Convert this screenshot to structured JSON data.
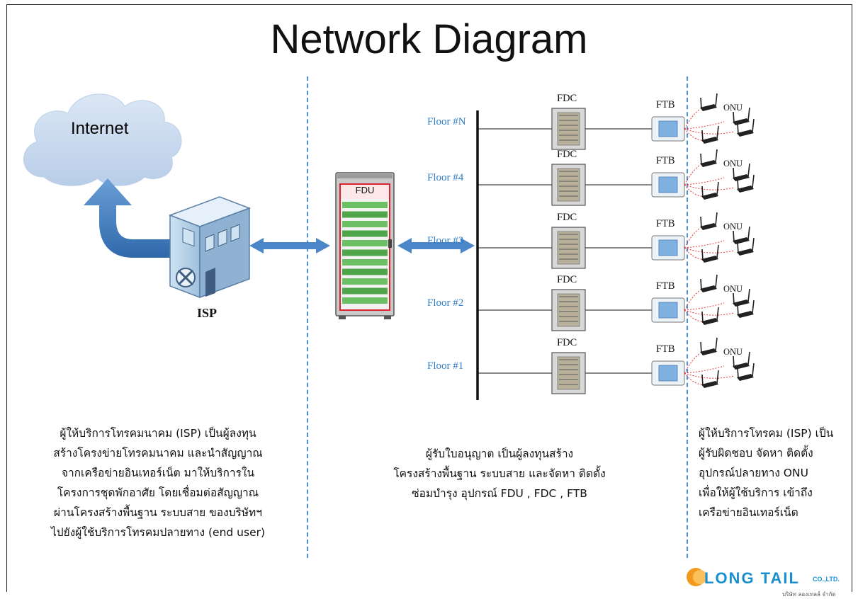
{
  "title": "Network Diagram",
  "internet_label": "Internet",
  "isp_label": "ISP",
  "fdu_label": "FDU",
  "floors": [
    {
      "label": "Floor #N",
      "fdc": "FDC",
      "ftb": "FTB",
      "onu": "ONU"
    },
    {
      "label": "Floor #4",
      "fdc": "FDC",
      "ftb": "FTB",
      "onu": "ONU"
    },
    {
      "label": "Floor #3",
      "fdc": "FDC",
      "ftb": "FTB",
      "onu": "ONU"
    },
    {
      "label": "Floor #2",
      "fdc": "FDC",
      "ftb": "FTB",
      "onu": "ONU"
    },
    {
      "label": "Floor #1",
      "fdc": "FDC",
      "ftb": "FTB",
      "onu": "ONU"
    }
  ],
  "left_text": "ผู้ให้บริการโทรคมนาคม (ISP) เป็นผู้ลงทุน\nสร้างโครงข่ายโทรคมนาคม และนำสัญญาณ\nจากเครือข่ายอินเทอร์เน็ต มาให้บริการใน\nโครงการชุดพักอาศัย โดยเชื่อมต่อสัญญาณ\nผ่านโครงสร้างพื้นฐาน ระบบสาย ของบริษัทฯ\nไปยังผู้ใช้บริการโทรคมปลายทาง (end user)",
  "middle_text": "ผู้รับใบอนุญาต เป็นผู้ลงทุนสร้าง\nโครงสร้างพื้นฐาน ระบบสาย และจัดหา ติดตั้ง\nซ่อมบำรุง อุปกรณ์ FDU , FDC , FTB",
  "right_text": "ผู้ให้บริการโทรคม (ISP) เป็น\nผู้รับผิดชอบ จัดหา ติดตั้ง\nอุปกรณ์ปลายทาง ONU\nเพื่อให้ผู้ใช้บริการ เข้าถึง\nเครือข่ายอินเทอร์เน็ต",
  "logo": {
    "name": "LONG TAIL",
    "suffix": "CO.,LTD.",
    "sub": "บริษัท ลองเทลล์ จำกัด"
  },
  "colors": {
    "arrow": "#4a86c8",
    "divider": "#4a90d9",
    "floor_label": "#2f7ec6",
    "fdu_border": "#d9232e",
    "cloud": "#c9d9ee",
    "logo": "#1a8fd0"
  }
}
